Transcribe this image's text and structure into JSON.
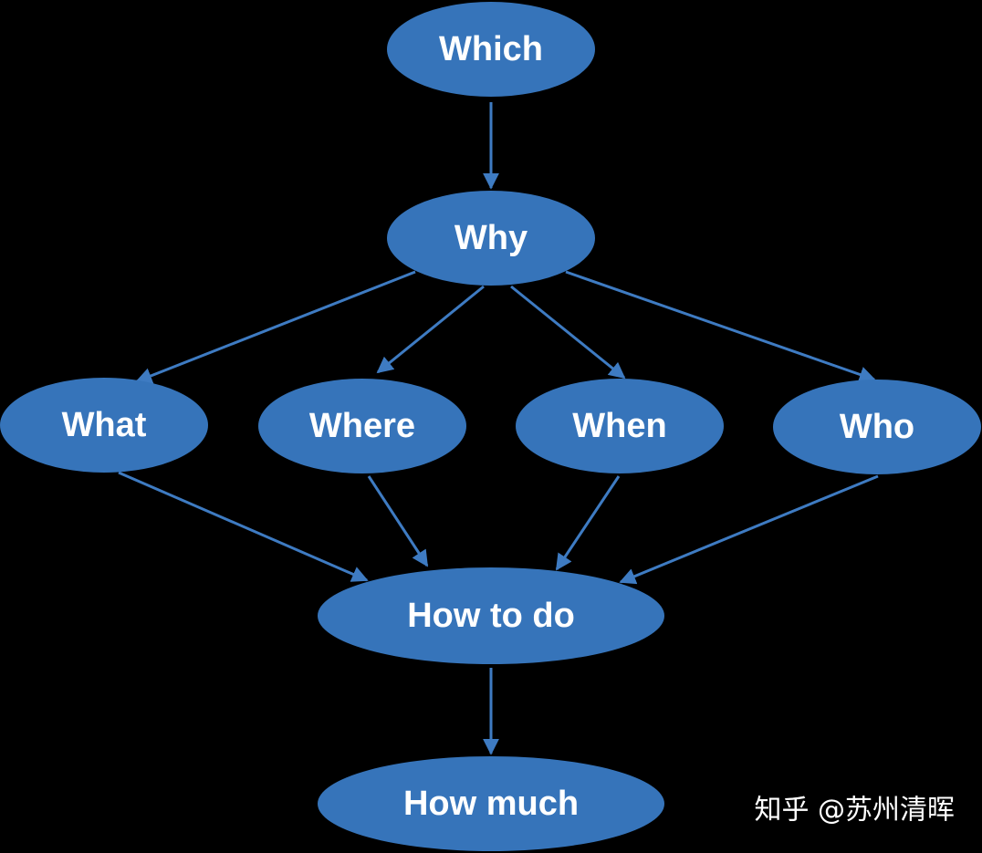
{
  "diagram": {
    "colors": {
      "background": "#000000",
      "node_fill": "#3674BA",
      "edge": "#3E7BC2",
      "text": "#FFFFFF"
    },
    "nodes": {
      "which": "Which",
      "why": "Why",
      "what": "What",
      "where": "Where",
      "when": "When",
      "who": "Who",
      "how_to_do": "How to do",
      "how_much": "How much"
    },
    "edges": [
      [
        "which",
        "why"
      ],
      [
        "why",
        "what"
      ],
      [
        "why",
        "where"
      ],
      [
        "why",
        "when"
      ],
      [
        "why",
        "who"
      ],
      [
        "what",
        "how_to_do"
      ],
      [
        "where",
        "how_to_do"
      ],
      [
        "when",
        "how_to_do"
      ],
      [
        "who",
        "how_to_do"
      ],
      [
        "how_to_do",
        "how_much"
      ]
    ]
  },
  "watermark": "知乎 @苏州清晖"
}
